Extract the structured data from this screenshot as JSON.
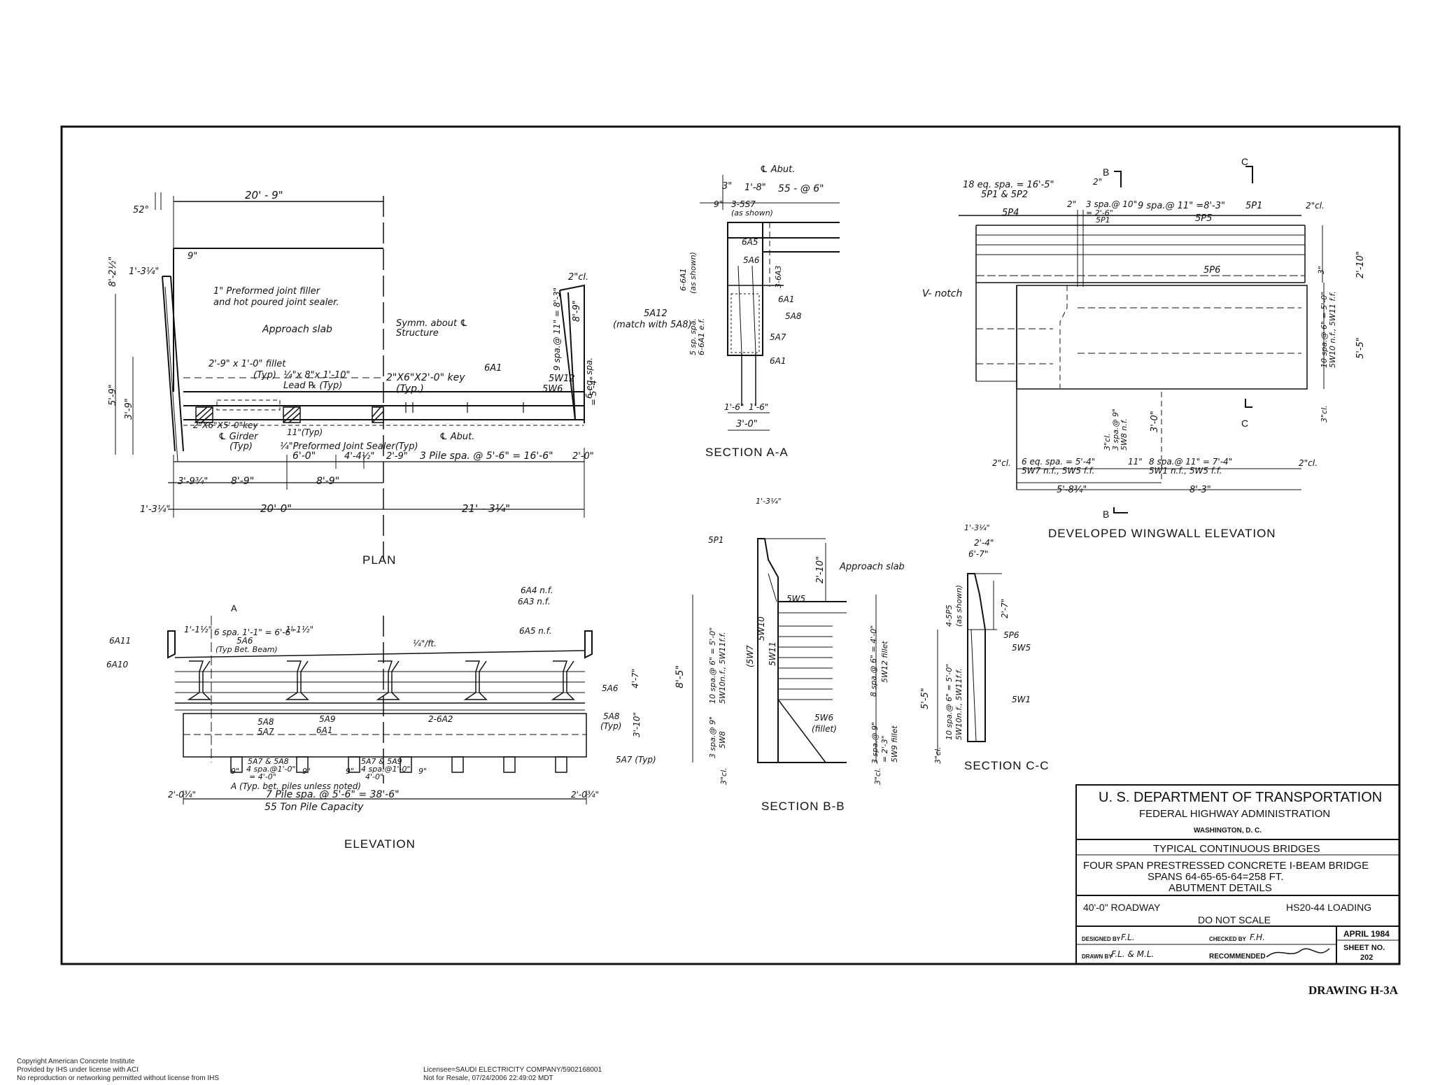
{
  "views": {
    "plan": "PLAN",
    "elevation": "ELEVATION",
    "section_aa": "SECTION A-A",
    "section_bb": "SECTION B-B",
    "section_cc": "SECTION C-C",
    "wingwall": "DEVELOPED WINGWALL ELEVATION"
  },
  "plan": {
    "dim_top": "20' - 9\"",
    "skew": "52°",
    "d1": "1'-3¼\"",
    "d2": "9\"",
    "joint": "1\" Preformed joint filler",
    "joint2": "and hot poured joint sealer.",
    "approach": "Approach slab",
    "symm": "Symm. about ℄",
    "symm2": "Structure",
    "fillet": "2'-9\" x 1'-0\" fillet",
    "typ": "(Typ)",
    "lead": "¼\"x 8\"x 1'-10\"",
    "lead2": "Lead ℞ (Typ)",
    "key": "2\"X6\"X2'-0\" key",
    "key_typ": "(Typ.)",
    "a6a1": "6A1",
    "a5w12": "5W12",
    "a5w6": "5W6",
    "key2": "2\"X6\"X5'-0\"key",
    "girder": "℄ Girder",
    "girder_typ": "(Typ)",
    "typ11": "11\"(Typ)",
    "pjs": "¼\"Preformed Joint Sealer(Typ)",
    "abut": "℄ Abut.",
    "v1": "8'-2½\"",
    "v2": "5'-9\"",
    "v3": "3'-9\"",
    "v4": "8'-9\"",
    "d6_0": "6'-0\"",
    "d4_4": "4'-4½\"",
    "d2_9": "2'-9\"",
    "pile": "3 Pile spa. @ 5'-6\" = 16'-6\"",
    "d2_0": "2'-0\"",
    "d3_9": "3'-9¾\"",
    "d8_9a": "8'-9\"",
    "d8_9b": "8'-9\"",
    "d1_3": "1'-3¼\"",
    "d20_0": "20'-0\"",
    "d21_3": "21' - 3¼\"",
    "spa": "9 spa.@ 11\" = 8'-3\"",
    "c2": "2\"cl.",
    "eq": "6 eq. spa.",
    "eq2": "= 5'-4\""
  },
  "section_aa": {
    "abut": "℄ Abut.",
    "d3": "3\"",
    "d1_8": "1'-8\"",
    "d55": "55 - @ 6\"",
    "d9": "9\"",
    "s557": "3-5S7",
    "shown": "(as shown)",
    "a6a5": "6A5",
    "a5a6": "5A6",
    "a6a1": "6A1",
    "a5a8": "5A8",
    "a5a7": "5A7",
    "a6a1b": "6A1",
    "a5a12": "5A12",
    "match": "(match with 5A8)",
    "d1_6a": "1'-6\"",
    "d1_6b": "1'-6\"",
    "d3_0": "3'-0\"",
    "v1": "6-6A1",
    "v2": "(as shown)",
    "v3": "3-6A3",
    "v4": "5 sp. spa.",
    "v5": "6-6A1 e.f."
  },
  "elevation": {
    "a": "A",
    "a6a11": "6A11",
    "a6a10": "6A10",
    "d1_1a": "1'-1½\"",
    "spa": "6 spa. 1'-1\" = 6'-6\"",
    "a5a6": "5A6",
    "typ_bet": "(Typ Bet. Beam)",
    "d1_1b": "1'-1½\"",
    "slope": "¼\"/ft.",
    "a6a4": "6A4 n.f.",
    "a6a3": "6A3 n.f.",
    "a6a5": "6A5 n.f.",
    "a5a6r": "5A6",
    "d4_7": "4'-7\"",
    "a5a8r": "5A8",
    "typ": "(Typ)",
    "d3_10": "3'-10\"",
    "a5a8": "5A8",
    "a5a7": "5A7",
    "a5a9": "5A9",
    "a6a1": "6A1",
    "a2_6a2": "2-6A2",
    "a5a7typ": "5A7 (Typ)",
    "a5a7e": "5A7 & 5A8",
    "spa4": "4 spa.@1'-0\"",
    "spa4v": "= 4'-0\"",
    "a5a7e2": "5A7 & 5A9",
    "spa4b": "4 spa.@1'-0\"",
    "spa4bv": "4'-0\"",
    "d9a": "9\"",
    "d9b": "9\"",
    "d9c": "9\"",
    "d9d": "9\"",
    "typbet": "A (Typ. bet. piles unless noted)",
    "d2_0a": "2'-0¾\"",
    "pile": "7 Pile spa. @ 5'-6\" = 38'-6\"",
    "cap": "55 Ton Pile Capacity",
    "d2_0b": "2'-0¾\""
  },
  "section_bb": {
    "d1_3": "1'-3¼\"",
    "s5p1": "5P1",
    "d2_10": "2'-10\"",
    "approach": "Approach slab",
    "s5w5": "5W5",
    "d8_5": "8'-5\"",
    "v1": "10 spa.@ 6\" = 5'-0\"",
    "v2": "5W10n.f., 5W11f.f.",
    "s5w7": "(5W7",
    "s5w10": "5W10",
    "s5w11": "5W11",
    "v3": "3 spa.@ 9\"",
    "v4": "5W8",
    "v5": "8 spa.@ 6\" = 4'-0\"",
    "v6": "5W12 fillet",
    "s5w6": "5W6",
    "fillet": "(fillet)",
    "v7": "3 spa.@ 9\"",
    "v8": "= 2'-3\"",
    "v9": "5W9 fillet",
    "c3a": "3\"cl.",
    "c3b": "3\"cl."
  },
  "section_cc": {
    "d1_3": "1'-3¼\"",
    "d2_4": "2'-4\"",
    "d6_7": "6'-7\"",
    "v1": "4-5P5",
    "v2": "(as shown)",
    "d2_7": "2'-7\"",
    "s5p6": "5P6",
    "s5w5": "5W5",
    "s5w1": "5W1",
    "d5_5": "5'-5\"",
    "v3": "10 spa.@ 6\" = 5'-0\"",
    "v4": "5W10n.f., 5W11f.f.",
    "c3": "3\"cl."
  },
  "wingwall": {
    "b1": "B",
    "c1": "C",
    "b2": "B",
    "c2": "C",
    "eq": "18 eq. spa. = 16'-5\"",
    "eq2": "5P1 & 5P2",
    "d2a": "2\"",
    "d2b": "2\"",
    "s3spa": "3 spa.@ 10\"",
    "s3spa2": "= 2'-6\"",
    "s5p1a": "5P1",
    "s9spa": "9 spa.@ 11\" =8'-3\"",
    "s5p1b": "5P1",
    "c2cl": "2\"cl.",
    "s5p4": "5P4",
    "s5p5": "5P5",
    "s5p6": "5P6",
    "vnotch": "V- notch",
    "d2_10": "2'-10\"",
    "d3": "3\"",
    "v1": "10 spa.@ 6\" = 5'-0\"",
    "v2": "5W10 n.f., 5W11 f.f.",
    "d5_5": "5'-5\"",
    "c3a": "3\"cl.",
    "v3": "3\"cl.",
    "v4": "3 spa.@ 9\"",
    "v5": "5W8 n.f.",
    "d3_0": "3'-0\"",
    "c2cla": "2\"cl.",
    "s6eq": "6 eq. spa. = 5'-4\"",
    "s6eq2": "5W7 n.f., 5W5 f.f.",
    "d11": "11\"",
    "s8spa": "8 spa.@ 11\" = 7'-4\"",
    "s8spa2": "5W1 n.f., 5W5 f.f.",
    "c2clb": "2\"cl.",
    "d5_8": "5'-8¾\"",
    "d8_3": "8'-3\""
  },
  "title_block": {
    "agency": "U. S. DEPARTMENT OF TRANSPORTATION",
    "sub": "FEDERAL HIGHWAY ADMINISTRATION",
    "city": "WASHINGTON, D. C.",
    "series": "TYPICAL CONTINUOUS BRIDGES",
    "line1": "FOUR SPAN PRESTRESSED CONCRETE I-BEAM BRIDGE",
    "line2": "SPANS 64-65-65-64=258 FT.",
    "line3": "ABUTMENT DETAILS",
    "roadway": "40'-0\" ROADWAY",
    "loading": "HS20-44 LOADING",
    "scale": "DO NOT SCALE",
    "designed_label": "DESIGNED BY",
    "designed": "F.L.",
    "checked_label": "CHECKED BY",
    "checked": "F.H.",
    "drawn_label": "DRAWN BY",
    "drawn": "F.L. & M.L.",
    "recommended_label": "RECOMMENDED",
    "date": "APRIL 1984",
    "sheet_label": "SHEET NO.",
    "sheet": "202"
  },
  "drawing_id": "DRAWING H-3A",
  "footer": {
    "left1": "Copyright American Concrete Institute",
    "left2": "Provided by IHS under license with ACI",
    "left3": "No reproduction or networking permitted without license from IHS",
    "mid1": "Licensee=SAUDI ELECTRICITY COMPANY/5902168001",
    "mid2": "Not for Resale, 07/24/2006 22:49:02 MDT"
  }
}
